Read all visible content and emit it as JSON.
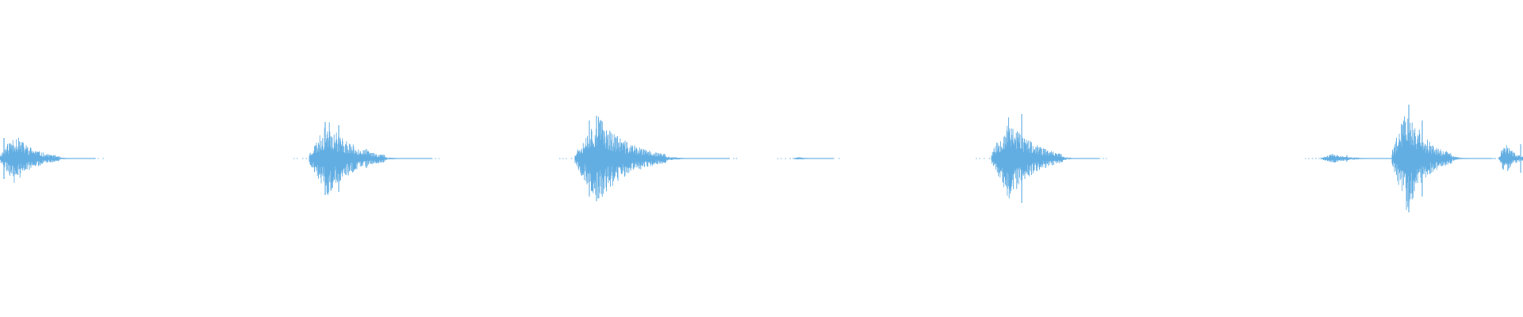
{
  "waveform": {
    "color": "#62aee3",
    "background": "#ffffff",
    "view": {
      "duration_s": 19.2,
      "amplitude_range": [
        -1,
        1
      ]
    },
    "bursts": [
      {
        "start_s": 0.0,
        "end_s": 0.75,
        "peak": 0.16,
        "tail_s": 0.45,
        "seed": 11
      },
      {
        "start_s": 3.9,
        "end_s": 4.85,
        "peak": 0.24,
        "tail_s": 0.6,
        "seed": 23
      },
      {
        "start_s": 7.25,
        "end_s": 8.4,
        "peak": 0.28,
        "tail_s": 0.8,
        "seed": 37
      },
      {
        "start_s": 10.0,
        "end_s": 10.3,
        "peak": 0.01,
        "tail_s": 0.2,
        "seed": 41
      },
      {
        "start_s": 12.5,
        "end_s": 13.4,
        "peak": 0.27,
        "tail_s": 0.45,
        "seed": 53
      },
      {
        "start_s": 16.65,
        "end_s": 17.25,
        "peak": 0.03,
        "tail_s": 0.3,
        "seed": 61
      },
      {
        "start_s": 17.55,
        "end_s": 18.3,
        "peak": 0.34,
        "tail_s": 0.5,
        "seed": 79
      },
      {
        "start_s": 18.9,
        "end_s": 19.2,
        "peak": 0.12,
        "tail_s": 0.2,
        "seed": 97
      }
    ],
    "transients": [
      {
        "t_s": 0.05,
        "amp": 0.13
      },
      {
        "t_s": 4.1,
        "amp": 0.23
      },
      {
        "t_s": 4.27,
        "amp": 0.21
      },
      {
        "t_s": 4.62,
        "amp": 0.06
      },
      {
        "t_s": 7.43,
        "amp": 0.24
      },
      {
        "t_s": 7.52,
        "amp": 0.27
      },
      {
        "t_s": 7.75,
        "amp": 0.07
      },
      {
        "t_s": 12.88,
        "amp": 0.28
      },
      {
        "t_s": 12.92,
        "amp": 0.1
      },
      {
        "t_s": 13.18,
        "amp": 0.06
      },
      {
        "t_s": 16.98,
        "amp": 0.02
      },
      {
        "t_s": 17.76,
        "amp": 0.34
      },
      {
        "t_s": 17.93,
        "amp": 0.24
      },
      {
        "t_s": 19.17,
        "amp": 0.09
      }
    ]
  }
}
